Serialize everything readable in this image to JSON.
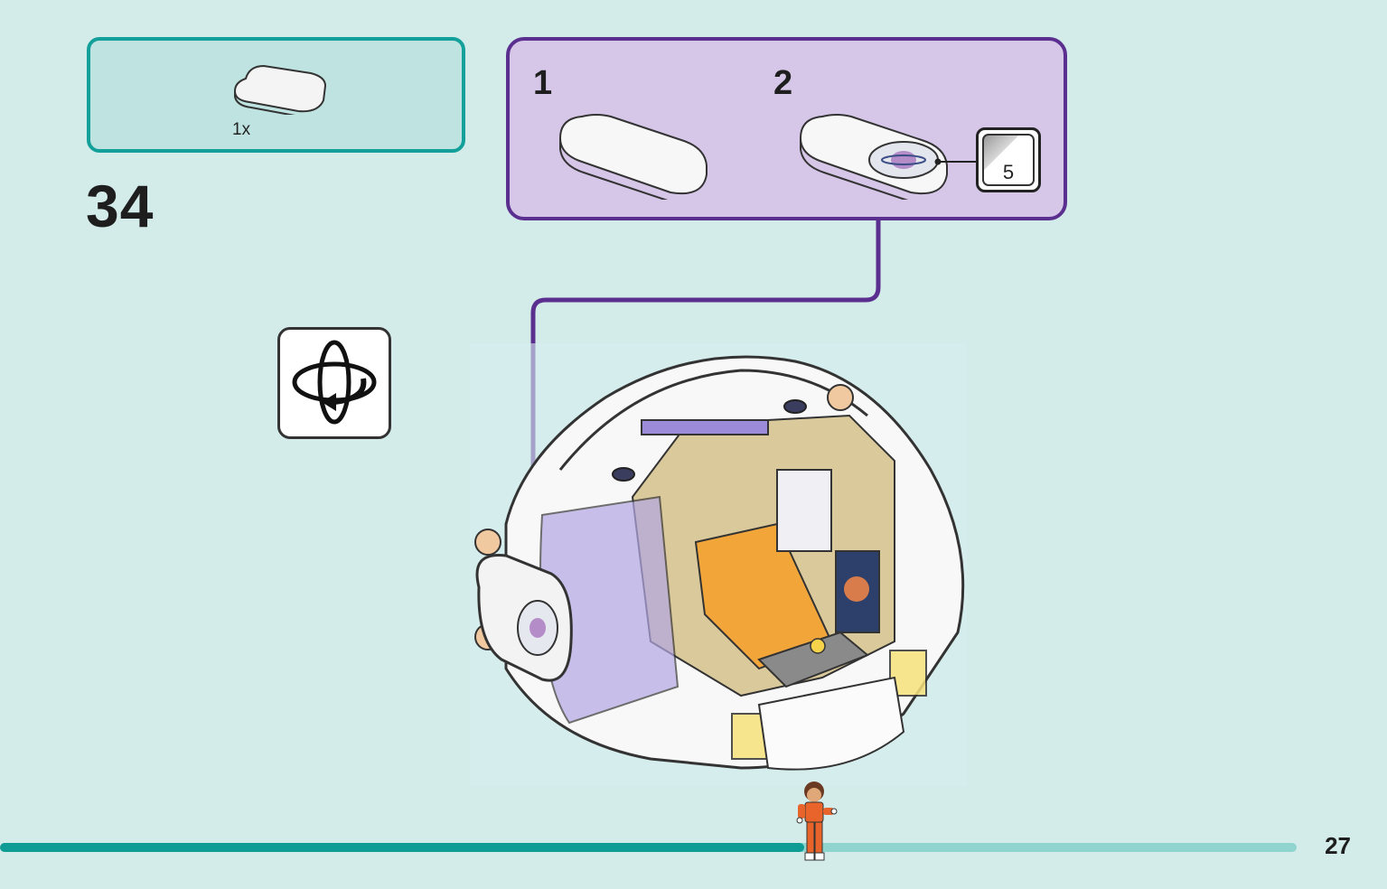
{
  "parts_callout": {
    "quantity": "1x",
    "part_icon": "white-rounded-tile-icon"
  },
  "step": {
    "number": "34"
  },
  "sub_assembly": {
    "steps": [
      {
        "number": "1"
      },
      {
        "number": "2"
      }
    ],
    "sticker_number": "5",
    "accent_color": "#5b2f8f"
  },
  "rotate": {
    "icon": "rotate-model-icon"
  },
  "footer": {
    "page_number": "27",
    "progress": 0.62,
    "accent_color": "#0f9c94"
  }
}
